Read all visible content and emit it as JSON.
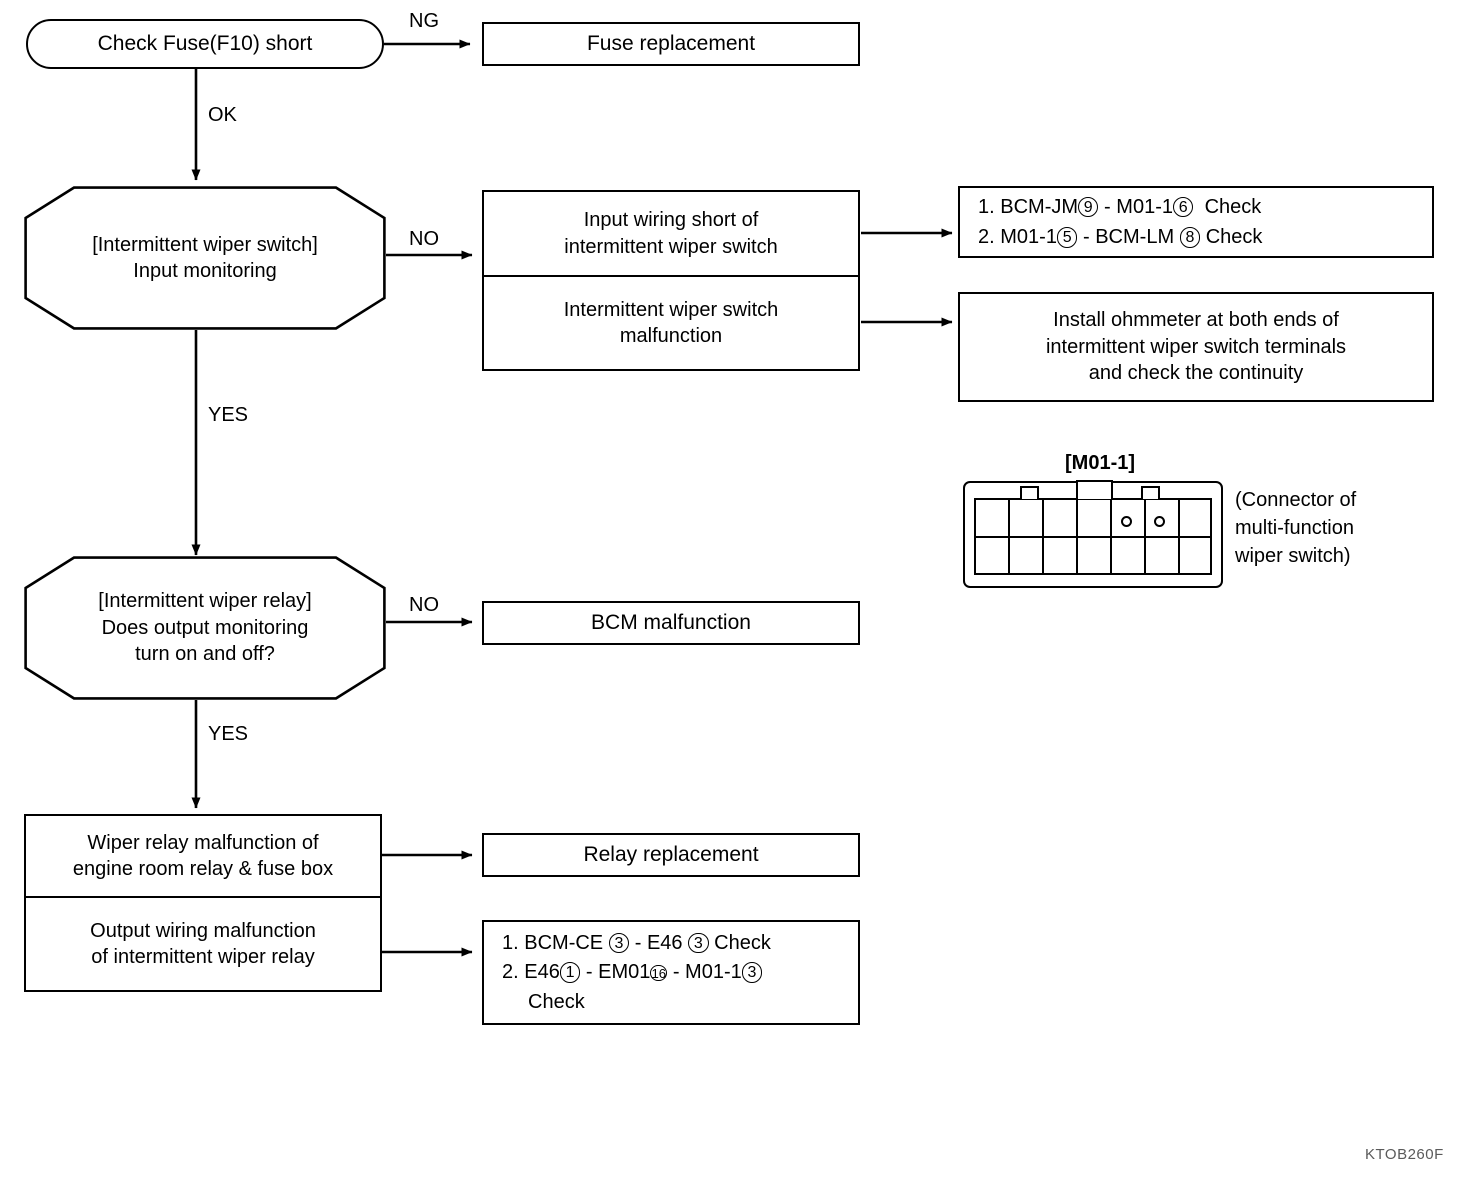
{
  "diagram": {
    "title_code": "KTOB260F",
    "nodes": {
      "check_fuse": {
        "label": "Check Fuse(F10) short"
      },
      "fuse_replacement": {
        "label": "Fuse replacement"
      },
      "switch_input": {
        "line1": "[Intermittent wiper switch]",
        "line2": "Input monitoring"
      },
      "input_wiring_short": {
        "line1": "Input wiring short of",
        "line2": "intermittent wiper switch"
      },
      "switch_malfunction": {
        "line1": "Intermittent wiper switch",
        "line2": "malfunction"
      },
      "bcm_checks": {
        "items": [
          {
            "index": "1.",
            "p1": "BCM-JM",
            "c1": "9",
            "dash": "-",
            "p2": "M01-1",
            "c2": "6",
            "tail": "Check"
          },
          {
            "index": "2.",
            "p1": "M01-1",
            "c1": "5",
            "dash": "-",
            "p2": "BCM-LM",
            "c2": "8",
            "tail": "Check"
          }
        ]
      },
      "ohmmeter": {
        "line1": "Install ohmmeter at both ends of",
        "line2": "intermittent wiper switch terminals",
        "line3": "and check the continuity"
      },
      "relay_output": {
        "line1": "[Intermittent wiper relay]",
        "line2": "Does output monitoring",
        "line3": "turn on and off?"
      },
      "bcm_malfunction": {
        "label": "BCM malfunction"
      },
      "wiper_relay_malfunction": {
        "line1": "Wiper relay malfunction of",
        "line2": "engine room relay & fuse box"
      },
      "output_wiring_malfunction": {
        "line1": "Output wiring malfunction",
        "line2": "of intermittent wiper relay"
      },
      "relay_replacement": {
        "label": "Relay replacement"
      },
      "e46_checks": {
        "line1": {
          "index": "1.",
          "p1": "BCM-CE",
          "c1": "3",
          "dash": "-",
          "p2": "E46",
          "c2": "3",
          "tail": "Check"
        },
        "line2": {
          "index": "2.",
          "p1": "E46",
          "c1": "1",
          "dash1": "-",
          "p2": "EM01",
          "c2": "16",
          "dash2": "-",
          "p3": "M01-1",
          "c3": "3"
        },
        "line3": "Check"
      }
    },
    "edges": {
      "ng": "NG",
      "ok": "OK",
      "no_switch": "NO",
      "yes_switch": "YES",
      "no_relay": "NO",
      "yes_relay": "YES"
    },
    "connector": {
      "title": "[M01-1]",
      "caption_line1": "(Connector of",
      "caption_line2": "multi-function",
      "caption_line3": "wiper switch)"
    }
  }
}
